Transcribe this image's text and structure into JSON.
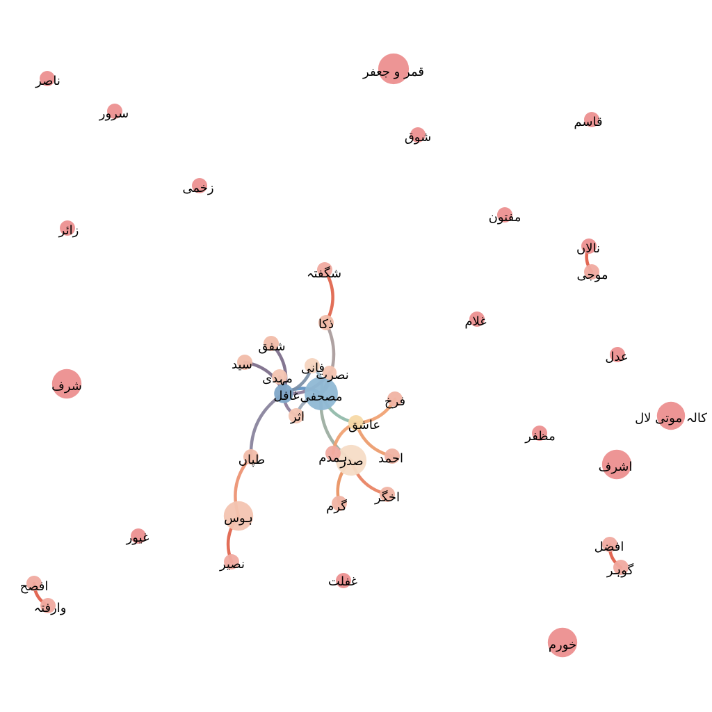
{
  "chart_data": {
    "type": "network",
    "nodes": [
      {
        "id": "mushafi",
        "label": "مصحفی",
        "color": "#8fb8d4",
        "size": 2.6
      },
      {
        "id": "ghafil",
        "label": "غافل",
        "color": "#7fa6c8",
        "size": 1.5
      },
      {
        "id": "sadr",
        "label": "صدر",
        "color": "#f6dcc6",
        "size": 2.4
      },
      {
        "id": "hawas",
        "label": "ہوس",
        "color": "#f3c4b1",
        "size": 2.3
      },
      {
        "id": "mahdi",
        "label": "مہدی",
        "color": "#f3c4b1",
        "size": 1.2
      },
      {
        "id": "fani",
        "label": "فانی",
        "color": "#f6d4bf",
        "size": 1.2
      },
      {
        "id": "nusrat",
        "label": "نصرت",
        "color": "#f3c4b1",
        "size": 1.1
      },
      {
        "id": "asar",
        "label": "اثر",
        "color": "#f3c4b1",
        "size": 1.2
      },
      {
        "id": "ashiq",
        "label": "عاشق",
        "color": "#f7d9a6",
        "size": 1.2
      },
      {
        "id": "tapan",
        "label": "طپاں",
        "color": "#f1bca9",
        "size": 1.2
      },
      {
        "id": "zaka",
        "label": "ذکا",
        "color": "#f1bca9",
        "size": 1.2
      },
      {
        "id": "shafaq",
        "label": "شفق",
        "color": "#f1bca9",
        "size": 1.2
      },
      {
        "id": "sayyid",
        "label": "سید",
        "color": "#f1bca9",
        "size": 1.2
      },
      {
        "id": "farkh",
        "label": "فرخ",
        "color": "#f0b3a3",
        "size": 1.2
      },
      {
        "id": "ahmad",
        "label": "احمد",
        "color": "#f0b3a3",
        "size": 1.2
      },
      {
        "id": "akhgar",
        "label": "اخگر",
        "color": "#f0b3a3",
        "size": 1.2
      },
      {
        "id": "garm",
        "label": "گرم",
        "color": "#f0b3a3",
        "size": 1.2
      },
      {
        "id": "bahamdam",
        "label": "ہمدم",
        "color": "#f0aaa0",
        "size": 1.2
      },
      {
        "id": "shagufta",
        "label": "شگفتہ",
        "color": "#f0aaa0",
        "size": 1.2
      },
      {
        "id": "naseer",
        "label": "نصیر",
        "color": "#f0aaa0",
        "size": 1.2
      },
      {
        "id": "qamar",
        "label": "قمر و جعفر",
        "color": "#ec8f8f",
        "size": 2.4
      },
      {
        "id": "nasir",
        "label": "ناصر",
        "color": "#ec9090",
        "size": 1.2
      },
      {
        "id": "suroor",
        "label": "سرور",
        "color": "#ec9090",
        "size": 1.2
      },
      {
        "id": "shauq",
        "label": "شوق",
        "color": "#ec9090",
        "size": 1.2
      },
      {
        "id": "qasim",
        "label": "قاسم",
        "color": "#ec9090",
        "size": 1.2
      },
      {
        "id": "zakhmi",
        "label": "زخمی",
        "color": "#ec9090",
        "size": 1.2
      },
      {
        "id": "zair",
        "label": "زائر",
        "color": "#ec9090",
        "size": 1.2
      },
      {
        "id": "maftoon",
        "label": "مفتون",
        "color": "#ec9090",
        "size": 1.2
      },
      {
        "id": "nalan",
        "label": "نالاں",
        "color": "#ec9090",
        "size": 1.2
      },
      {
        "id": "mauji",
        "label": "موجی",
        "color": "#f0aaa0",
        "size": 1.2
      },
      {
        "id": "ghulam",
        "label": "غلام",
        "color": "#ec9090",
        "size": 1.2
      },
      {
        "id": "adl",
        "label": "عدل",
        "color": "#ec9090",
        "size": 1.2
      },
      {
        "id": "sharaf",
        "label": "شرف",
        "color": "#ec8f8f",
        "size": 2.3
      },
      {
        "id": "kale",
        "label": "کالہ موتی لال",
        "color": "#ec8f8f",
        "size": 2.2
      },
      {
        "id": "muzaffar",
        "label": "مظفر",
        "color": "#ec9090",
        "size": 1.2
      },
      {
        "id": "ashraf",
        "label": "اشرف",
        "color": "#ec8f8f",
        "size": 2.3
      },
      {
        "id": "ghayoor",
        "label": "غیور",
        "color": "#ec9090",
        "size": 1.2
      },
      {
        "id": "afzal",
        "label": "افضل",
        "color": "#f0aaa0",
        "size": 1.2
      },
      {
        "id": "gauhar",
        "label": "گوہر",
        "color": "#f0aaa0",
        "size": 1.2
      },
      {
        "id": "afsah",
        "label": "افصح",
        "color": "#f0aaa0",
        "size": 1.2
      },
      {
        "id": "warafta",
        "label": "وارفتہ",
        "color": "#f0aaa0",
        "size": 1.2
      },
      {
        "id": "ghaflat",
        "label": "غفلت",
        "color": "#ec9090",
        "size": 1.2
      },
      {
        "id": "khurram",
        "label": "خورم",
        "color": "#ec8f8f",
        "size": 2.3
      }
    ],
    "edges": [
      {
        "source": "mushafi",
        "target": "ghafil",
        "color": "#5b8fc0"
      },
      {
        "source": "mushafi",
        "target": "zaka",
        "color": "#a89a9a"
      },
      {
        "source": "mushafi",
        "target": "ashiq",
        "color": "#8fb8a8"
      },
      {
        "source": "mushafi",
        "target": "sadr",
        "color": "#9aab9e"
      },
      {
        "source": "mushafi",
        "target": "fani",
        "color": "#9ab4c4"
      },
      {
        "source": "mushafi",
        "target": "nusrat",
        "color": "#a0b0c0"
      },
      {
        "source": "mushafi",
        "target": "asar",
        "color": "#9aa8b8"
      },
      {
        "source": "ghafil",
        "target": "shafaq",
        "color": "#7a6a88"
      },
      {
        "source": "ghafil",
        "target": "sayyid",
        "color": "#7a6a88"
      },
      {
        "source": "ghafil",
        "target": "tapan",
        "color": "#85809a"
      },
      {
        "source": "ghafil",
        "target": "mahdi",
        "color": "#7a88a6"
      },
      {
        "source": "ghafil",
        "target": "fani",
        "color": "#7a8ea6"
      },
      {
        "source": "ghafil",
        "target": "nusrat",
        "color": "#8a7a98"
      },
      {
        "source": "ghafil",
        "target": "asar",
        "color": "#8a7a98"
      },
      {
        "source": "zaka",
        "target": "shagufta",
        "color": "#e0634a"
      },
      {
        "source": "ashiq",
        "target": "farkh",
        "color": "#f0a070"
      },
      {
        "source": "ashiq",
        "target": "ahmad",
        "color": "#ec9a6a"
      },
      {
        "source": "ashiq",
        "target": "bahamdam",
        "color": "#f0a070"
      },
      {
        "source": "sadr",
        "target": "akhgar",
        "color": "#e88060"
      },
      {
        "source": "sadr",
        "target": "garm",
        "color": "#e89060"
      },
      {
        "source": "tapan",
        "target": "hawas",
        "color": "#ec9070"
      },
      {
        "source": "hawas",
        "target": "naseer",
        "color": "#e0624a"
      },
      {
        "source": "nalan",
        "target": "mauji",
        "color": "#e05a44"
      },
      {
        "source": "afzal",
        "target": "gauhar",
        "color": "#e05a44"
      },
      {
        "source": "afsah",
        "target": "warafta",
        "color": "#e05a44"
      }
    ]
  }
}
